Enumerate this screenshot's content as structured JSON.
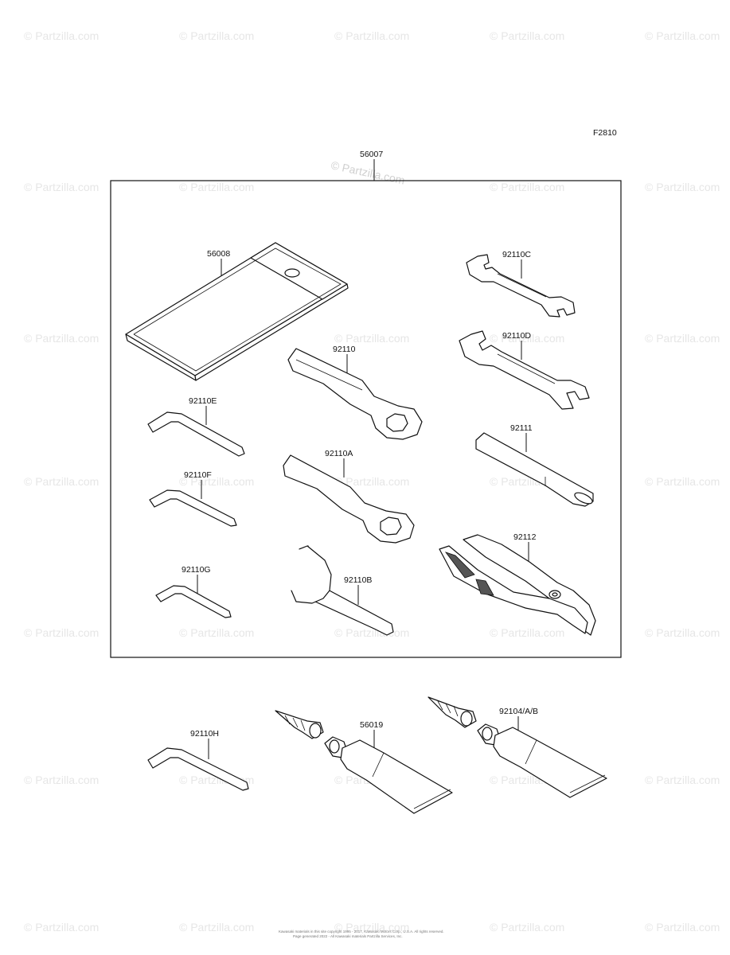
{
  "figure_code": "F2810",
  "watermark": {
    "small": "© Partzilla.com",
    "center": "© Partzilla.com"
  },
  "parts": [
    {
      "id": "p56007",
      "label": "56007"
    },
    {
      "id": "p56008",
      "label": "56008"
    },
    {
      "id": "p92110C",
      "label": "92110C"
    },
    {
      "id": "p92110D",
      "label": "92110D"
    },
    {
      "id": "p92110",
      "label": "92110"
    },
    {
      "id": "p92110E",
      "label": "92110E"
    },
    {
      "id": "p92111",
      "label": "92111"
    },
    {
      "id": "p92110A",
      "label": "92110A"
    },
    {
      "id": "p92110F",
      "label": "92110F"
    },
    {
      "id": "p92112",
      "label": "92112"
    },
    {
      "id": "p92110G",
      "label": "92110G"
    },
    {
      "id": "p92110B",
      "label": "92110B"
    },
    {
      "id": "p92110H",
      "label": "92110H"
    },
    {
      "id": "p56019",
      "label": "56019"
    },
    {
      "id": "p92104AB",
      "label": "92104/A/B"
    }
  ],
  "footer": {
    "line1": "Kawasaki materials in this site copyright 1995 - 2017, Kawasaki Motors Corp., U.S.A. All rights reserved.",
    "line2": "Page generated 2022 - All Kawasaki materials Partzilla Services, Inc."
  }
}
